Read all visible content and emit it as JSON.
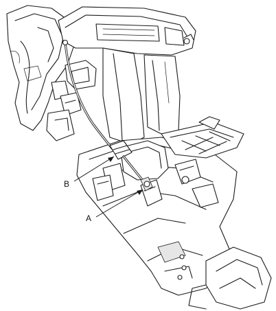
{
  "figure": {
    "callouts": [
      {
        "id": "A",
        "label": "A"
      },
      {
        "id": "B",
        "label": "B"
      }
    ],
    "line_color": "#1a1a1a",
    "background": "#ffffff"
  }
}
